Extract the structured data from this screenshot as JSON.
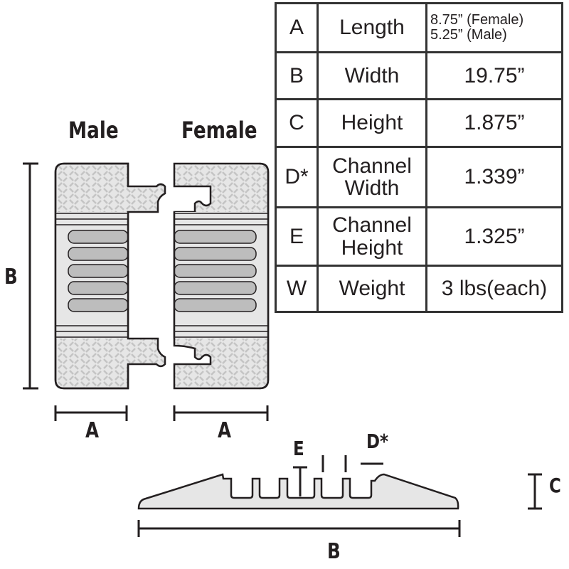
{
  "views": {
    "male_label": "Male",
    "female_label": "Female",
    "dim_b": "B",
    "dim_a_male": "A",
    "dim_a_female": "A"
  },
  "cross_section": {
    "dim_e": "E",
    "dim_d": "D*",
    "dim_c": "C",
    "dim_b": "B"
  },
  "spec_table": {
    "rows": [
      {
        "key": "A",
        "name": "Length",
        "value_line1": "8.75” (Female)",
        "value_line2": "5.25”  (Male)"
      },
      {
        "key": "B",
        "name": "Width",
        "value": "19.75”"
      },
      {
        "key": "C",
        "name": "Height",
        "value": "1.875”"
      },
      {
        "key": "D*",
        "name_line1": "Channel",
        "name_line2": "Width",
        "value": "1.339”"
      },
      {
        "key": "E",
        "name_line1": "Channel",
        "name_line2": "Height",
        "value": "1.325”"
      },
      {
        "key": "W",
        "name": "Weight",
        "value": "3 lbs(each)"
      }
    ]
  },
  "colors": {
    "fill": "#e6e6e6",
    "channel": "#bdbdbd",
    "line": "#231f20"
  }
}
